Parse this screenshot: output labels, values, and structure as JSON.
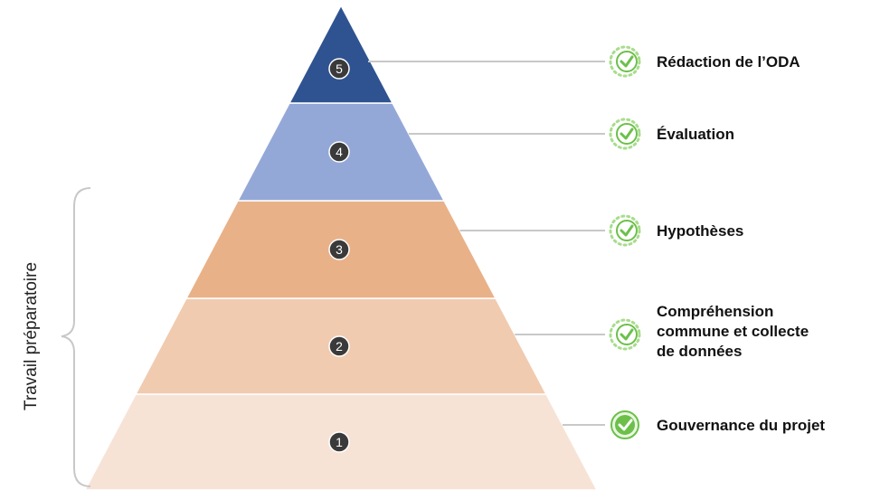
{
  "side_label": "Travail préparatoire",
  "levels": [
    {
      "number": "1",
      "label_lines": [
        "Gouvernance du projet"
      ],
      "color": "#f7e3d6",
      "check_style": "solid"
    },
    {
      "number": "2",
      "label_lines": [
        "Compréhension",
        "commune et collecte",
        "de données"
      ],
      "color": "#f0cbb0",
      "check_style": "dotted"
    },
    {
      "number": "3",
      "label_lines": [
        "Hypothèses"
      ],
      "color": "#e9b188",
      "check_style": "dotted"
    },
    {
      "number": "4",
      "label_lines": [
        "Évaluation"
      ],
      "color": "#94a8d8",
      "check_style": "dotted"
    },
    {
      "number": "5",
      "label_lines": [
        "Rédaction de l’ODA"
      ],
      "color": "#2f5391",
      "check_style": "dotted"
    }
  ],
  "colors": {
    "badge": "#3a3a3a",
    "connector": "#c8c8c8",
    "check_green": "#6cc04a",
    "brace": "#c8c8c8"
  },
  "icons": {
    "check": "check-circle-icon"
  }
}
